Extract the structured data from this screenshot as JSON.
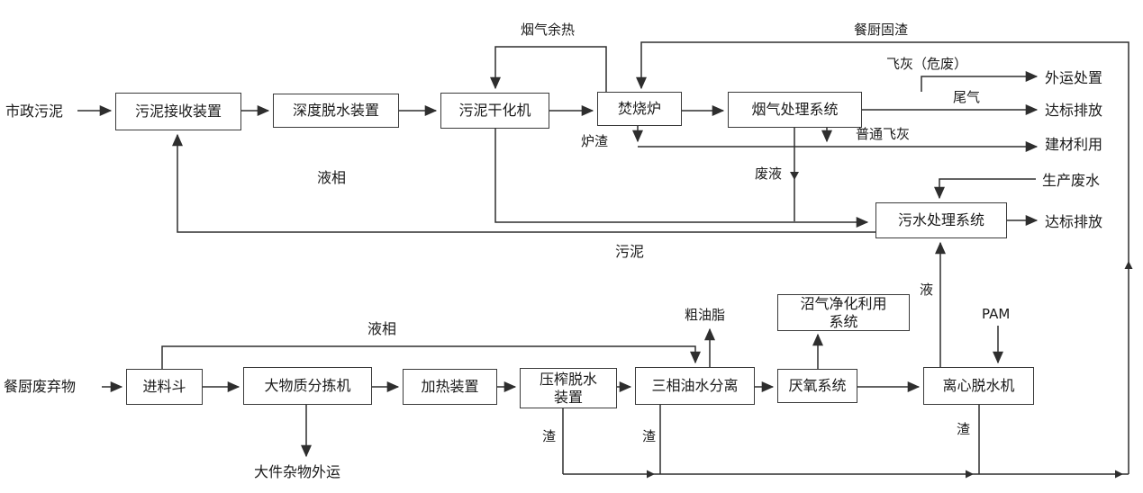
{
  "diagram_type": "process-flow-diagram",
  "colors": {
    "background": "#ffffff",
    "line": "#2e2e2e",
    "text": "#1a1a1a",
    "box_border": "#3a3a3a"
  },
  "nodes": {
    "sludge_receiving": "污泥接收装置",
    "deep_dewatering": "深度脱水装置",
    "sludge_dryer": "污泥干化机",
    "incinerator": "焚烧炉",
    "flue_gas_treatment": "烟气处理系统",
    "wastewater_treatment": "污水处理系统",
    "feed_hopper": "进料斗",
    "large_sorter": "大物质分拣机",
    "heating_device": "加热装置",
    "press_dewatering": "压榨脱水\n装置",
    "three_phase_separation": "三相油水分离",
    "anaerobic_system": "厌氧系统",
    "centrifugal_dewatering": "离心脱水机",
    "biogas_purification": "沼气净化利用\n系统"
  },
  "labels": {
    "municipal_sludge": "市政污泥",
    "liquid_phase_top": "液相",
    "flue_gas_waste_heat": "烟气余热",
    "kitchen_solid_residue": "餐厨固渣",
    "fly_ash_hazardous": "飞灰（危废）",
    "tail_gas": "尾气",
    "ordinary_fly_ash": "普通飞灰",
    "furnace_slag": "炉渣",
    "waste_liquid": "废液",
    "offsite_disposal": "外运处置",
    "standard_discharge_gas": "达标排放",
    "building_material_use": "建材利用",
    "production_wastewater": "生产废水",
    "standard_discharge_water": "达标排放",
    "sludge_return": "污泥",
    "kitchen_waste": "餐厨废弃物",
    "bulky_debris_removal": "大件杂物外运",
    "liquid_phase_bottom": "液相",
    "crude_grease": "粗油脂",
    "pam": "PAM",
    "liquid": "液",
    "residue_press": "渣",
    "residue_separation": "渣",
    "residue_centrifuge": "渣"
  }
}
